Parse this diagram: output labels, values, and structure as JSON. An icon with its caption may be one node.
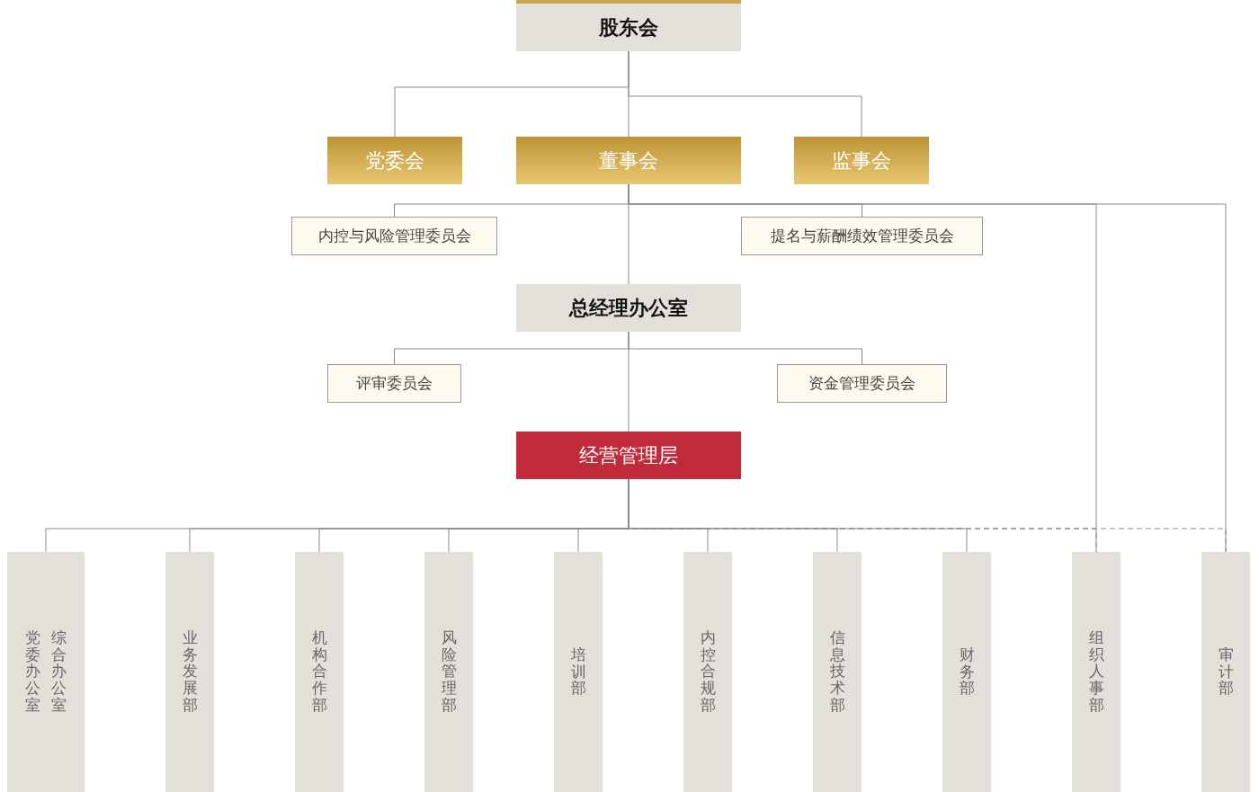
{
  "diagram": {
    "nodes": [
      {
        "text": [
          "股东会"
        ]
      },
      {
        "text": [
          "党委会"
        ]
      },
      {
        "text": [
          "董事会"
        ]
      },
      {
        "text": [
          "监事会"
        ]
      },
      {
        "text": [
          "内控与风险管理委员会"
        ]
      },
      {
        "text": [
          "提名与薪酬绩效管理委员会"
        ]
      },
      {
        "text": [
          "总经理办公室"
        ]
      },
      {
        "text": [
          "评审委员会"
        ]
      },
      {
        "text": [
          "资金管理委员会"
        ]
      },
      {
        "text": [
          "经营管理层"
        ]
      },
      {
        "text": [
          "党委办公室",
          "综合办公室"
        ]
      },
      {
        "text": [
          "业务发展部"
        ]
      },
      {
        "text": [
          "机构合作部"
        ]
      },
      {
        "text": [
          "风险管理部"
        ]
      },
      {
        "text": [
          "培训部"
        ]
      },
      {
        "text": [
          "内控合规部"
        ]
      },
      {
        "text": [
          "信息技术部"
        ]
      },
      {
        "text": [
          "财务部"
        ]
      },
      {
        "text": [
          "组织人事部"
        ]
      },
      {
        "text": [
          "审计部"
        ]
      }
    ],
    "edges": [
      {
        "from": 0,
        "to": 1,
        "arrow": "none"
      },
      {
        "from": 0,
        "to": 2,
        "arrow": "none"
      },
      {
        "from": 0,
        "to": 3,
        "arrow": "none"
      },
      {
        "from": 2,
        "to": 4,
        "arrow": "none"
      },
      {
        "from": 2,
        "to": 5,
        "arrow": "none"
      },
      {
        "from": 2,
        "to": 6,
        "arrow": "none"
      },
      {
        "from": 2,
        "to": 18,
        "arrow": "none"
      },
      {
        "from": 2,
        "to": 19,
        "arrow": "none"
      },
      {
        "from": 6,
        "to": 7,
        "arrow": "none"
      },
      {
        "from": 6,
        "to": 8,
        "arrow": "none"
      },
      {
        "from": 6,
        "to": 9,
        "arrow": "none"
      },
      {
        "from": 9,
        "to": 10,
        "arrow": "none"
      },
      {
        "from": 9,
        "to": 11,
        "arrow": "none"
      },
      {
        "from": 9,
        "to": 12,
        "arrow": "none"
      },
      {
        "from": 9,
        "to": 13,
        "arrow": "none"
      },
      {
        "from": 9,
        "to": 14,
        "arrow": "none"
      },
      {
        "from": 9,
        "to": 15,
        "arrow": "none"
      },
      {
        "from": 9,
        "to": 16,
        "arrow": "none"
      },
      {
        "from": 9,
        "to": 17,
        "arrow": "none"
      },
      {
        "from": 9,
        "to": 18,
        "arrow": "none",
        "style": "dashed"
      },
      {
        "from": 9,
        "to": 19,
        "arrow": "none",
        "style": "dashed"
      }
    ]
  }
}
